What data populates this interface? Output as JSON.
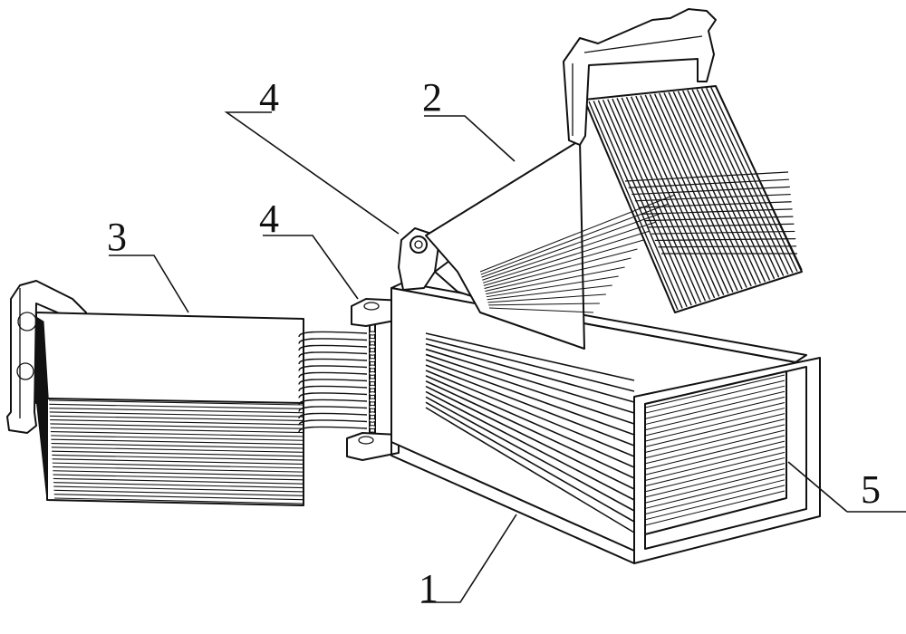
{
  "labels": {
    "l1": "1",
    "l2": "2",
    "l3": "3",
    "l4a": "4",
    "l4b": "4",
    "l5": "5"
  }
}
